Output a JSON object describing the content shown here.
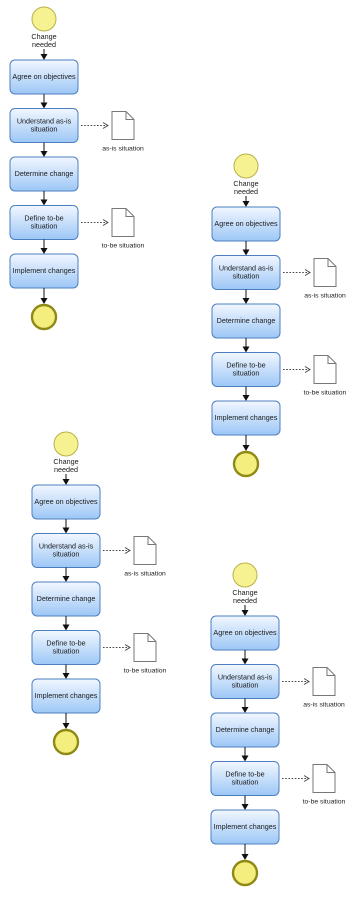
{
  "colors": {
    "start_fill": "#f6f191",
    "start_stroke": "#b8b24a",
    "end_fill": "#f4ee7e",
    "end_stroke": "#8f8a16",
    "task_fill_top": "#f2f7ff",
    "task_fill_bottom": "#9cc7f6",
    "task_stroke": "#4d7fc0",
    "arrow": "#111111",
    "assoc": "#444444",
    "doc_fill": "#ffffff",
    "doc_stroke": "#777777"
  },
  "icons": {
    "start": "start-event-circle",
    "end": "end-event-circle",
    "document": "document-icon"
  },
  "diagrams": [
    {
      "start_label": [
        "Change",
        "needed"
      ],
      "tasks": [
        {
          "label": [
            "Agree on objectives"
          ]
        },
        {
          "label": [
            "Understand as-is",
            "situation"
          ],
          "document": "as-is situation"
        },
        {
          "label": [
            "Determine change"
          ]
        },
        {
          "label": [
            "Define to-be",
            "situation"
          ],
          "document": "to-be situation"
        },
        {
          "label": [
            "Implement changes"
          ]
        }
      ]
    },
    {
      "start_label": [
        "Change",
        "needed"
      ],
      "tasks": [
        {
          "label": [
            "Agree on objectives"
          ]
        },
        {
          "label": [
            "Understand as-is",
            "situation"
          ],
          "document": "as-is situation"
        },
        {
          "label": [
            "Determine change"
          ]
        },
        {
          "label": [
            "Define to-be",
            "situation"
          ],
          "document": "to-be situation"
        },
        {
          "label": [
            "Implement changes"
          ]
        }
      ]
    },
    {
      "start_label": [
        "Change",
        "needed"
      ],
      "tasks": [
        {
          "label": [
            "Agree on objectives"
          ]
        },
        {
          "label": [
            "Understand as-is",
            "situation"
          ],
          "document": "as-is situation"
        },
        {
          "label": [
            "Determine change"
          ]
        },
        {
          "label": [
            "Define to-be",
            "situation"
          ],
          "document": "to-be situation"
        },
        {
          "label": [
            "Implement changes"
          ]
        }
      ]
    },
    {
      "start_label": [
        "Change",
        "needed"
      ],
      "tasks": [
        {
          "label": [
            "Agree on objectives"
          ]
        },
        {
          "label": [
            "Understand as-is",
            "situation"
          ],
          "document": "as-is situation"
        },
        {
          "label": [
            "Determine change"
          ]
        },
        {
          "label": [
            "Define to-be",
            "situation"
          ],
          "document": "to-be situation"
        },
        {
          "label": [
            "Implement changes"
          ]
        }
      ]
    }
  ]
}
